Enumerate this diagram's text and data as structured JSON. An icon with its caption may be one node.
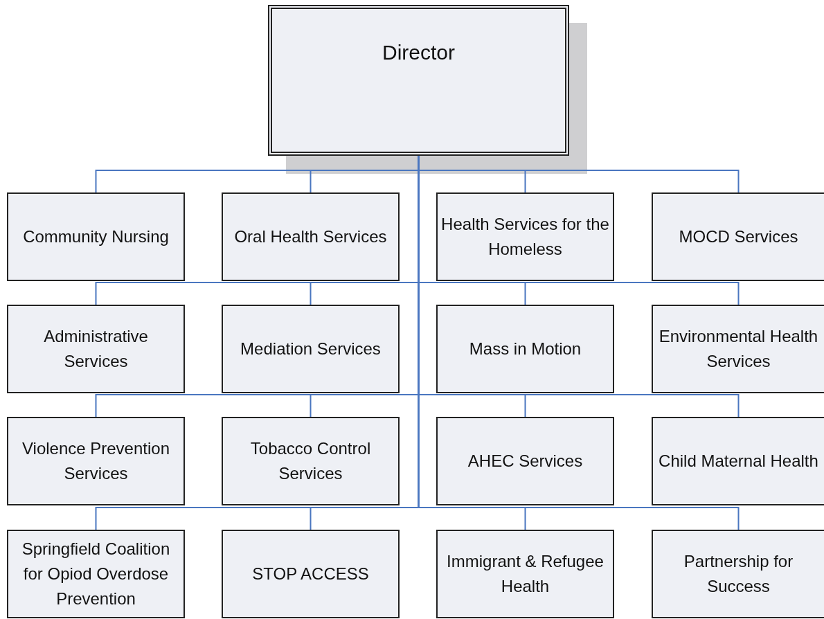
{
  "diagram": {
    "nodes": [
      {
        "text": [
          "Director"
        ]
      },
      {
        "text": [
          "Community Nursing"
        ]
      },
      {
        "text": [
          "Oral Health Services"
        ]
      },
      {
        "text": [
          "Health Services for the Homeless"
        ]
      },
      {
        "text": [
          "MOCD Services"
        ]
      },
      {
        "text": [
          "Administrative Services"
        ]
      },
      {
        "text": [
          "Mediation Services"
        ]
      },
      {
        "text": [
          "Mass in Motion"
        ]
      },
      {
        "text": [
          "Environmental Health Services"
        ]
      },
      {
        "text": [
          "Violence Prevention Services"
        ]
      },
      {
        "text": [
          "Tobacco Control Services"
        ]
      },
      {
        "text": [
          "AHEC Services"
        ]
      },
      {
        "text": [
          "Child Maternal Health"
        ]
      },
      {
        "text": [
          "Springfield Coalition for Opiod Overdose Prevention"
        ]
      },
      {
        "text": [
          "STOP ACCESS"
        ]
      },
      {
        "text": [
          "Immigrant & Refugee Health"
        ]
      },
      {
        "text": [
          "Partnership for Success"
        ]
      }
    ],
    "edges": [
      {
        "from": 0,
        "to": 1,
        "arrow": "none"
      },
      {
        "from": 0,
        "to": 2,
        "arrow": "none"
      },
      {
        "from": 0,
        "to": 3,
        "arrow": "none"
      },
      {
        "from": 0,
        "to": 4,
        "arrow": "none"
      },
      {
        "from": 0,
        "to": 5,
        "arrow": "none"
      },
      {
        "from": 0,
        "to": 6,
        "arrow": "none"
      },
      {
        "from": 0,
        "to": 7,
        "arrow": "none"
      },
      {
        "from": 0,
        "to": 8,
        "arrow": "none"
      },
      {
        "from": 0,
        "to": 9,
        "arrow": "none"
      },
      {
        "from": 0,
        "to": 10,
        "arrow": "none"
      },
      {
        "from": 0,
        "to": 11,
        "arrow": "none"
      },
      {
        "from": 0,
        "to": 12,
        "arrow": "none"
      },
      {
        "from": 0,
        "to": 13,
        "arrow": "none"
      },
      {
        "from": 0,
        "to": 14,
        "arrow": "none"
      },
      {
        "from": 0,
        "to": 15,
        "arrow": "none"
      },
      {
        "from": 0,
        "to": 16,
        "arrow": "none"
      }
    ]
  }
}
